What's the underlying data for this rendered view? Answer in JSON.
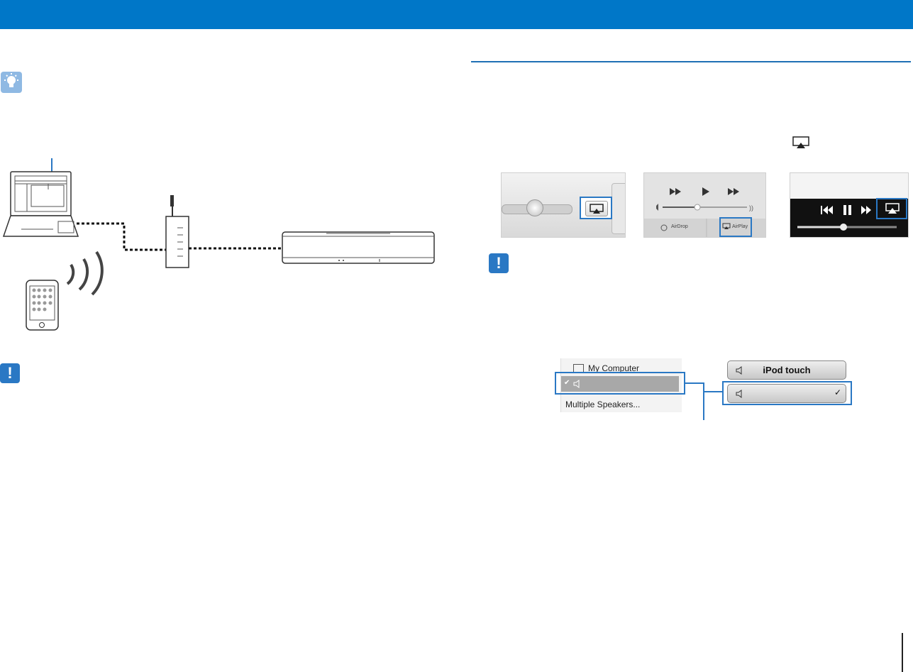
{
  "itunes_menu": {
    "my_computer": "My Computer",
    "check": "✔",
    "multiple_speakers": "Multiple Speakers..."
  },
  "ios_menu": {
    "ipod_touch": "iPod touch",
    "check": "✓"
  },
  "control_center": {
    "airdrop_label": "AirDrop",
    "airplay_label": "AirPlay"
  },
  "colors": {
    "header": "#0077c8",
    "highlight": "#2a78c4"
  }
}
